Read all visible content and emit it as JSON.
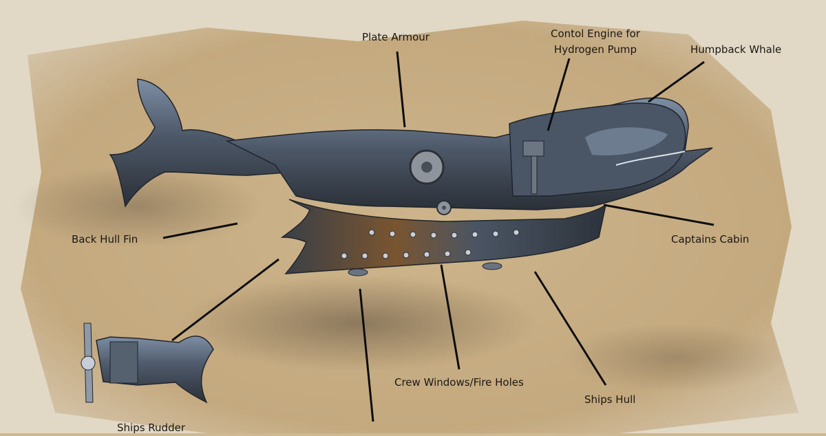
{
  "labels": {
    "plate_armour": "Plate Armour",
    "control_engine_line1": "Contol Engine for",
    "control_engine_line2": "Hydrogen Pump",
    "humpback_whale": "Humpback Whale",
    "back_hull_fin": "Back Hull Fin",
    "captains_cabin": "Captains Cabin",
    "crew_windows": "Crew Windows/Fire Holes",
    "ships_hull": "Ships Hull",
    "ships_rudder": "Ships Rudder"
  },
  "colors": {
    "parchment": "#cdb892",
    "metal_dark": "#3a4350",
    "metal_light": "#8a9bb0",
    "rust": "#8a5a2b",
    "line": "#0d0d0d"
  }
}
